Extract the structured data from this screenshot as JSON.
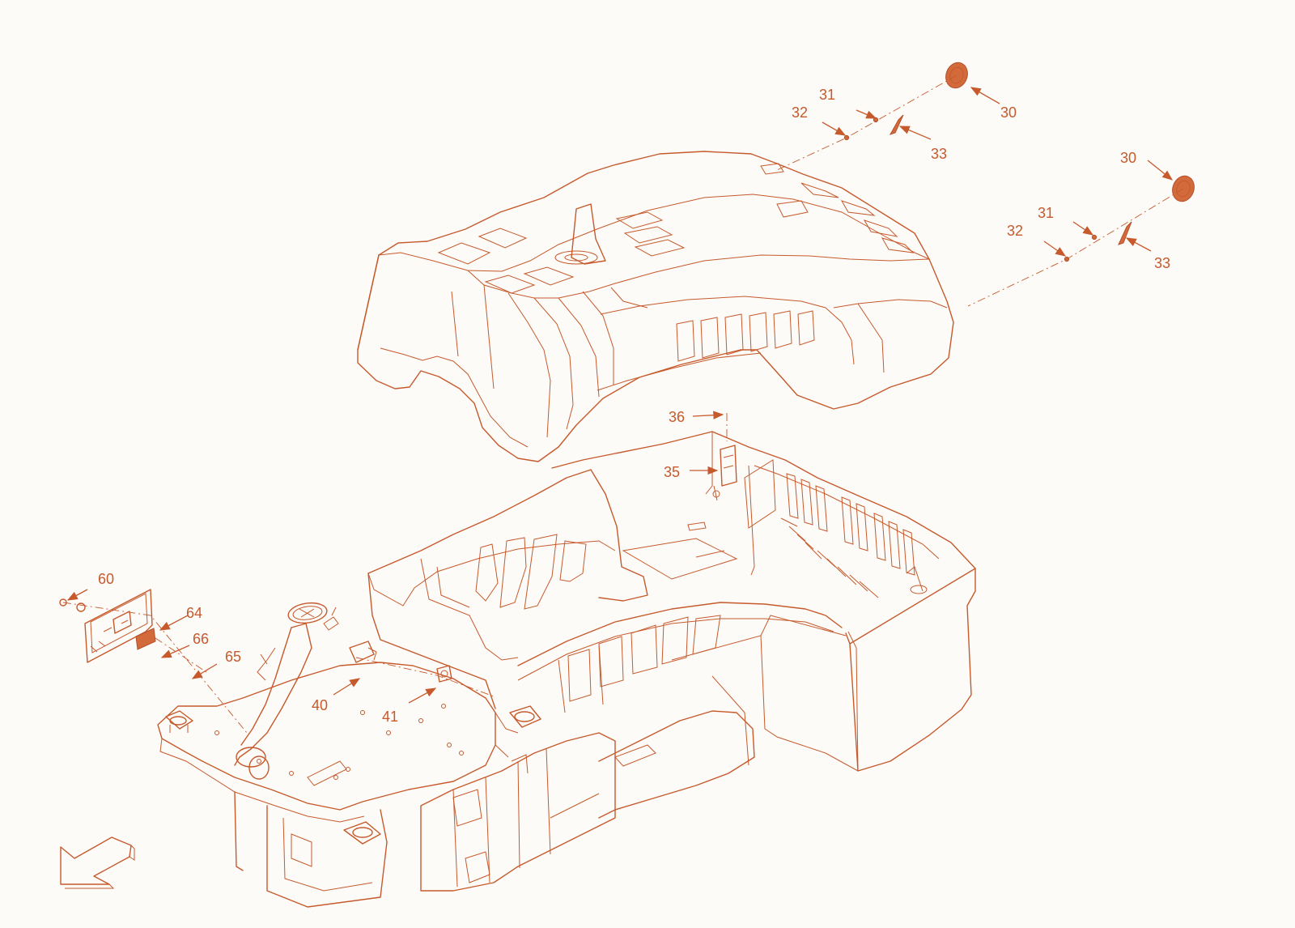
{
  "diagram": {
    "colors": {
      "line": "#c65a2c",
      "part_fill": "#d36a3c",
      "background": "#fcfbf8"
    },
    "callouts": [
      {
        "id": "c30a",
        "label": "30"
      },
      {
        "id": "c31a",
        "label": "31"
      },
      {
        "id": "c32a",
        "label": "32"
      },
      {
        "id": "c33a",
        "label": "33"
      },
      {
        "id": "c30b",
        "label": "30"
      },
      {
        "id": "c31b",
        "label": "31"
      },
      {
        "id": "c32b",
        "label": "32"
      },
      {
        "id": "c33b",
        "label": "33"
      },
      {
        "id": "c36",
        "label": "36"
      },
      {
        "id": "c35",
        "label": "35"
      },
      {
        "id": "c60",
        "label": "60"
      },
      {
        "id": "c64",
        "label": "64"
      },
      {
        "id": "c66",
        "label": "66"
      },
      {
        "id": "c65",
        "label": "65"
      },
      {
        "id": "c40",
        "label": "40"
      },
      {
        "id": "c41",
        "label": "41"
      }
    ],
    "orientation_icon": "front-direction-arrow-icon"
  }
}
